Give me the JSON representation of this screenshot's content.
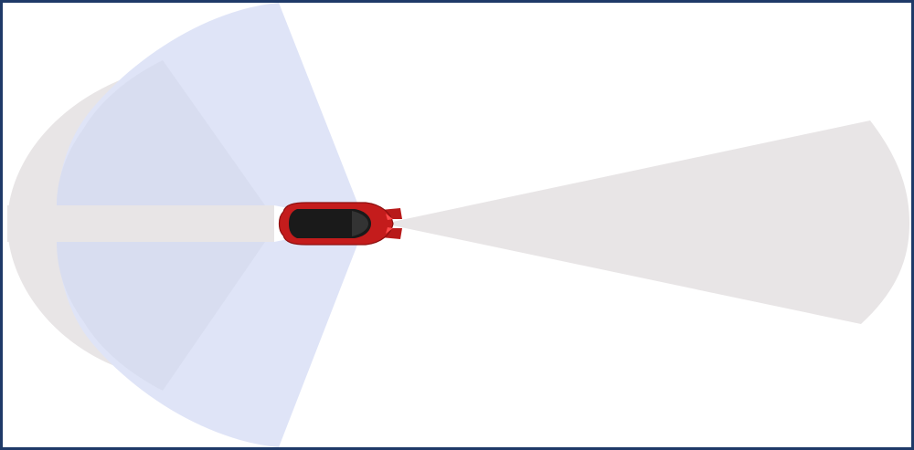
{
  "figure": {
    "subject": "vehicle-sensor-coverage",
    "colors": {
      "background": "#ffffff",
      "border": "#1f3a68",
      "blue_zone": "#dfe4f7",
      "blue_zone_overlap": "#d6dbee",
      "gray_zone": "#e8e5e6",
      "car_body": "#c41c1c",
      "car_body_dark": "#8e1010",
      "car_roof": "#1a1a1a"
    },
    "zones": [
      {
        "name": "rear-wide-coverage",
        "color": "gray"
      },
      {
        "name": "rear-side-coverage-left",
        "color": "blue"
      },
      {
        "name": "rear-side-coverage-right",
        "color": "blue"
      },
      {
        "name": "rear-center-coverage",
        "color": "gray"
      },
      {
        "name": "front-narrow-coverage",
        "color": "gray"
      }
    ],
    "vehicle": {
      "name": "car",
      "icon": "car-top-view-icon",
      "heading": "right"
    }
  }
}
